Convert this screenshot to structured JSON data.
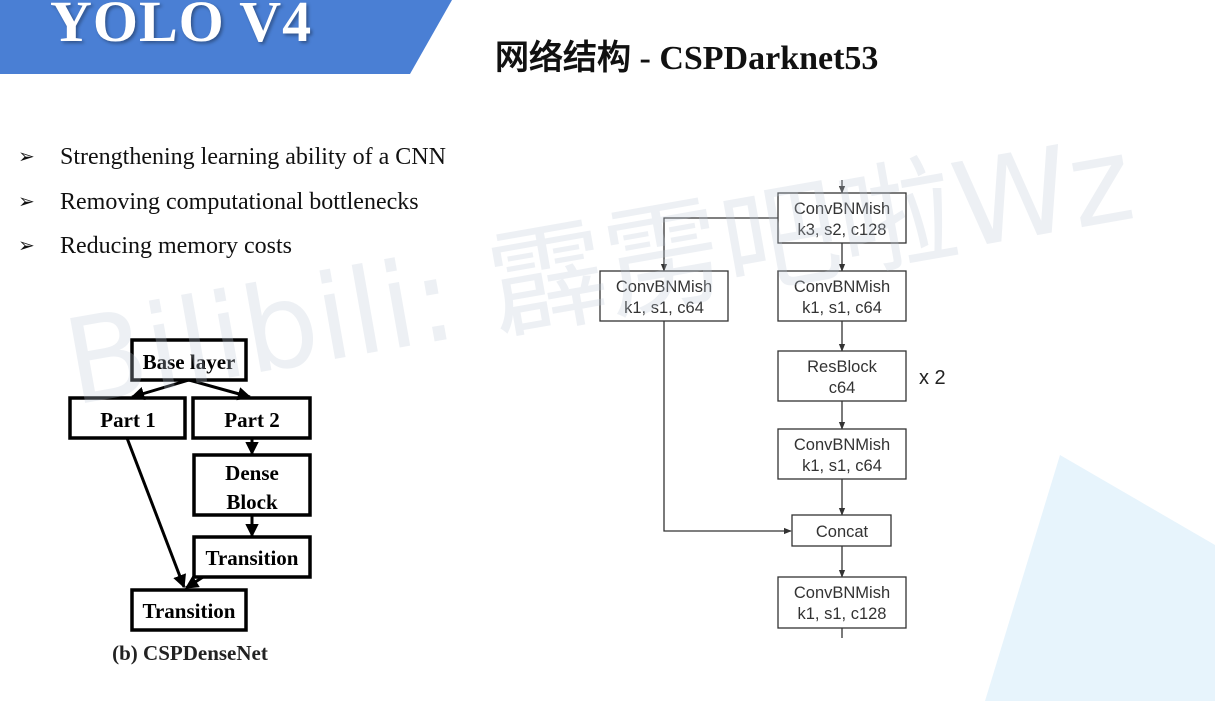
{
  "banner": {
    "title": "YOLO V4",
    "color": "#4a7fd4"
  },
  "title": "网络结构 - CSPDarknet53",
  "bullets": [
    "Strengthening learning ability of a CNN",
    "Removing computational bottlenecks",
    "Reducing memory costs"
  ],
  "watermark": "Bilibili: 霹雳吧啦Wz",
  "csp_densenet": {
    "caption": "(b) CSPDenseNet",
    "base_layer": "Base layer",
    "part1": "Part 1",
    "part2": "Part 2",
    "dense_block": [
      "Dense",
      "Block"
    ],
    "transition_inner": "Transition",
    "transition_final": "Transition"
  },
  "csp_darknet": {
    "conv1": [
      "ConvBNMish",
      "k3, s2, c128"
    ],
    "branch": [
      "ConvBNMish",
      "k1, s1, c64"
    ],
    "conv2": [
      "ConvBNMish",
      "k1, s1, c64"
    ],
    "resblock": [
      "ResBlock",
      "c64"
    ],
    "repeat": "x 2",
    "conv3": [
      "ConvBNMish",
      "k1, s1, c64"
    ],
    "concat": "Concat",
    "conv4": [
      "ConvBNMish",
      "k1, s1, c128"
    ]
  }
}
